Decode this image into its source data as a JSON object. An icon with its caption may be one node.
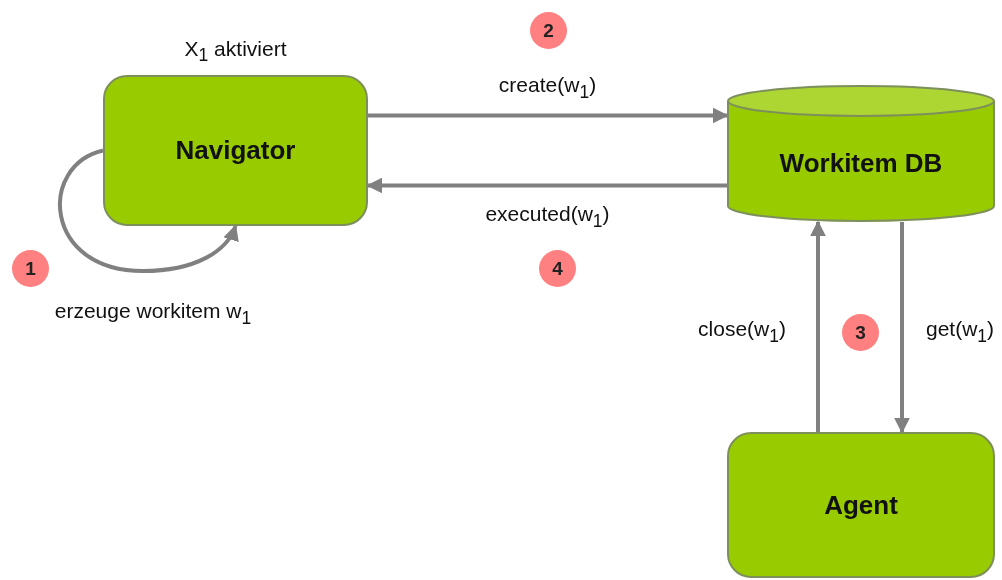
{
  "diagram": {
    "nodes": [
      {
        "text": [
          "2"
        ]
      },
      {
        "text": [
          "Navigator"
        ],
        "beside": [
          "X$_{1}$ aktiviert"
        ]
      },
      {
        "text": [
          "Workitem DB"
        ]
      },
      {
        "text": [
          "1"
        ]
      },
      {
        "text": [
          "4"
        ]
      },
      {
        "text": [
          "3"
        ]
      },
      {
        "text": [
          "Agent"
        ]
      }
    ],
    "edges": [
      {
        "from": 1,
        "to": 1,
        "arrow": "to",
        "label": "erzeuge workitem w$_{1}$"
      },
      {
        "from": 1,
        "to": 2,
        "arrow": "to",
        "label": "create(w$_{1}$)"
      },
      {
        "from": 2,
        "to": 1,
        "arrow": "to",
        "label": "executed(w$_{1}$)"
      },
      {
        "from": 2,
        "to": 6,
        "arrow": "to",
        "label": "get(w$_{1}$)"
      },
      {
        "from": 6,
        "to": 2,
        "arrow": "to",
        "label": "close(w$_{1}$)"
      }
    ]
  }
}
